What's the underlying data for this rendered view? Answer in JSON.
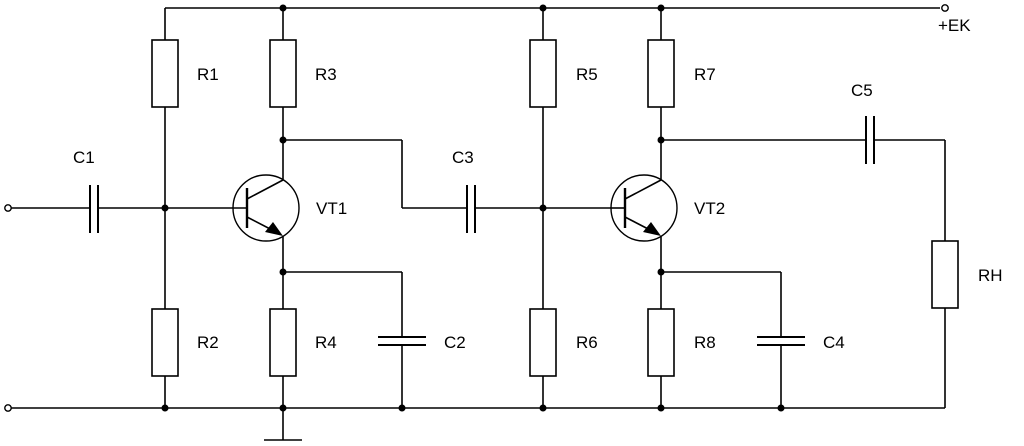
{
  "labels": {
    "R1": "R1",
    "R2": "R2",
    "R3": "R3",
    "R4": "R4",
    "R5": "R5",
    "R6": "R6",
    "R7": "R7",
    "R8": "R8",
    "C1": "C1",
    "C2": "C2",
    "C3": "C3",
    "C4": "C4",
    "C5": "C5",
    "VT1": "VT1",
    "VT2": "VT2",
    "RH": "RH",
    "supply": "+EK"
  }
}
